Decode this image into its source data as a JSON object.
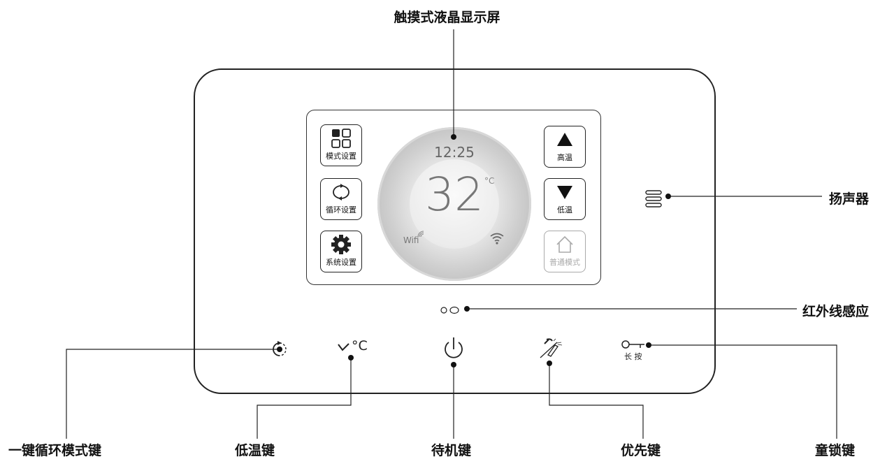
{
  "callouts": {
    "touch_lcd": "触摸式液晶显示屏",
    "speaker": "扬声器",
    "ir_sensor": "红外线感应",
    "one_key_cycle": "一键循环模式键",
    "low_temp": "低温键",
    "standby": "待机键",
    "priority": "优先键",
    "child_lock": "童锁键"
  },
  "screen": {
    "time": "12:25",
    "temperature": "32",
    "unit": "°C",
    "wifi_label": "Wifi",
    "left_keys": [
      {
        "label": "模式设置",
        "icon": "mode-grid-icon"
      },
      {
        "label": "循环设置",
        "icon": "cycle-icon"
      },
      {
        "label": "系统设置",
        "icon": "gear-icon"
      }
    ],
    "right_keys": [
      {
        "label": "高温",
        "icon": "triangle-up-icon"
      },
      {
        "label": "低温",
        "icon": "triangle-down-icon"
      },
      {
        "label": "普通模式",
        "icon": "home-icon"
      }
    ]
  },
  "bottom_keys": {
    "low_temp_symbol": "°C",
    "child_lock_text": "长 按"
  }
}
